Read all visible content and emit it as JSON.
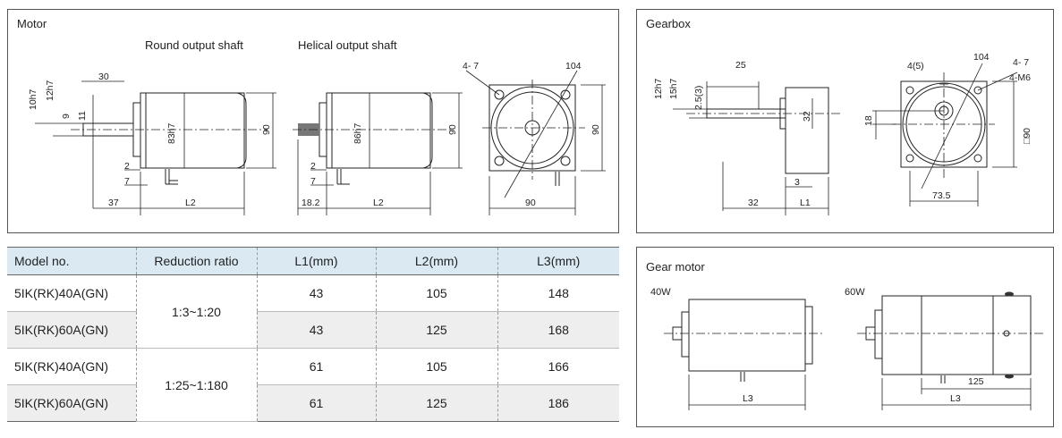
{
  "motor_panel": {
    "title": "Motor",
    "round_shaft_label": "Round output shaft",
    "helical_shaft_label": "Helical output shaft",
    "dims": {
      "d10h7": "10h7",
      "d12h7": "12h7",
      "d9": "9",
      "d11": "11",
      "d30": "30",
      "d83h7": "83h7",
      "d90a": "90",
      "d2a": "2",
      "d7a": "7",
      "d37": "37",
      "dL2a": "L2",
      "d86h7": "86h7",
      "d90b": "90",
      "d2b": "2",
      "d7b": "7",
      "d18_2": "18.2",
      "dL2b": "L2",
      "d4_7": "4-  7",
      "d104": "104",
      "d90c": "90",
      "d90d": "90"
    }
  },
  "gearbox_panel": {
    "title": "Gearbox",
    "dims": {
      "d12h7": "12h7",
      "d15h7": "15h7",
      "d2_5": "2.5(3)",
      "d25": "25",
      "d32a": "32",
      "d3": "3",
      "d32b": "32",
      "dL1": "L1",
      "d4_5": "4(5)",
      "d104": "104",
      "d4_7": "4-  7",
      "d4M6": "4-M6",
      "d18": "18",
      "d90sq": "□90",
      "d73_5": "73.5"
    }
  },
  "gear_motor_panel": {
    "title": "Gear motor",
    "w40": "40W",
    "w60": "60W",
    "dims": {
      "dL3a": "L3",
      "d125": "125",
      "dL3b": "L3"
    }
  },
  "spec_table": {
    "headers": [
      "Model no.",
      "Reduction ratio",
      "L1(mm)",
      "L2(mm)",
      "L3(mm)"
    ],
    "rows": [
      {
        "model": "5IK(RK)40A(GN)",
        "ratio": "1:3~1:20",
        "l1": "43",
        "l2": "105",
        "l3": "148"
      },
      {
        "model": "5IK(RK)60A(GN)",
        "ratio": "1:3~1:20",
        "l1": "43",
        "l2": "125",
        "l3": "168"
      },
      {
        "model": "5IK(RK)40A(GN)",
        "ratio": "1:25~1:180",
        "l1": "61",
        "l2": "105",
        "l3": "166"
      },
      {
        "model": "5IK(RK)60A(GN)",
        "ratio": "1:25~1:180",
        "l1": "61",
        "l2": "125",
        "l3": "186"
      }
    ]
  }
}
